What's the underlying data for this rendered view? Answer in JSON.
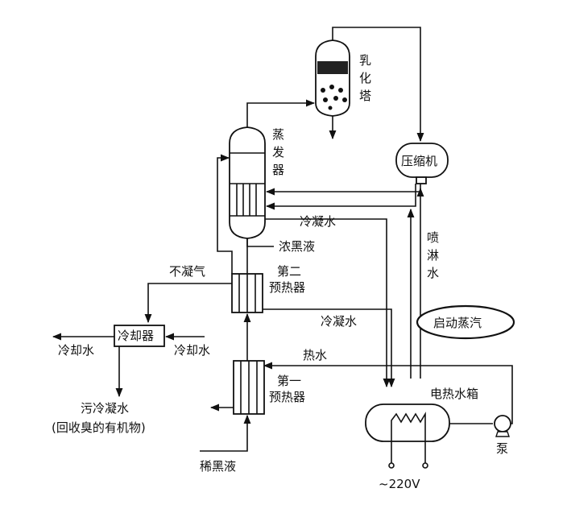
{
  "labels": {
    "emulsion_tower": [
      "乳",
      "化",
      "塔"
    ],
    "evaporator": [
      "蒸",
      "发",
      "器"
    ],
    "compressor": "压缩机",
    "condensate_top": "冷凝水",
    "thick_black_liquor": "浓黑液",
    "non_condensable_gas": "不凝气",
    "second_preheater": [
      "第二",
      "预热器"
    ],
    "spray_water": [
      "喷",
      "淋",
      "水"
    ],
    "condensate_mid": "冷凝水",
    "startup_steam": "启动蒸汽",
    "cooler": "冷却器",
    "cooling_water_out": "冷却水",
    "cooling_water_in": "冷却水",
    "hot_water": "热水",
    "electric_water_tank": "电热水箱",
    "first_preheater": [
      "第一",
      "预热器"
    ],
    "dirty_condensate": "污冷凝水",
    "recovered_organics": "(回收臭的有机物)",
    "pump": "泵",
    "dilute_black_liquor": "稀黑液",
    "voltage": "~220V"
  }
}
